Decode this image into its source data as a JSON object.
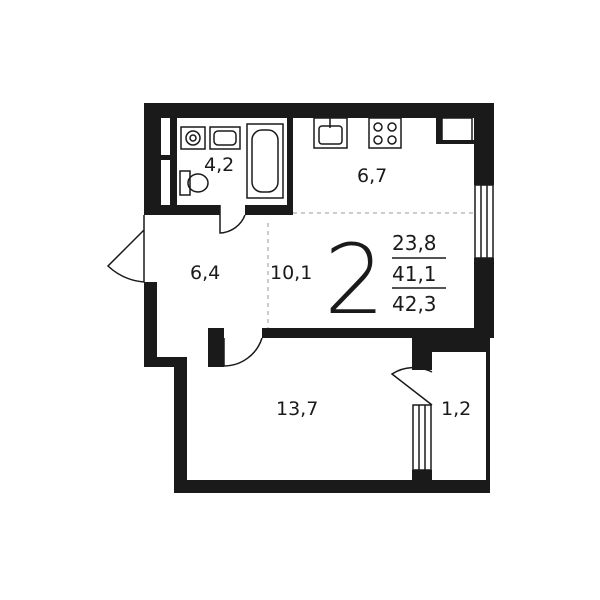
{
  "rooms": {
    "bathroom": "4,2",
    "kitchen": "6,7",
    "hall": "6,4",
    "living": "10,1",
    "bedroom": "13,7",
    "balcony": "1,2"
  },
  "summary": {
    "room_count": "2",
    "living_area": "23,8",
    "total_area": "41,1",
    "area_with_balcony": "42,3"
  },
  "colors": {
    "wall": "#1a1a1a",
    "background": "#ffffff"
  }
}
